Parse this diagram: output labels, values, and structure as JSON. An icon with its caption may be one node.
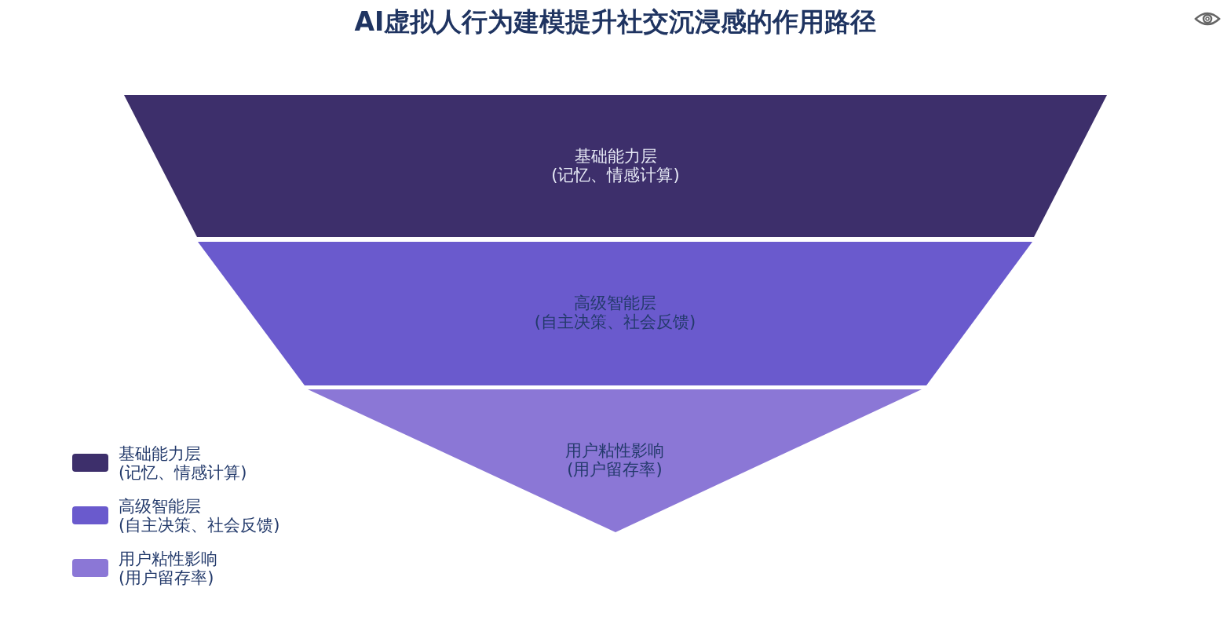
{
  "diagram": {
    "title": "AI虚拟人行为建模提升社交沉浸感的作用路径",
    "nodes": [
      {
        "text": [
          "基础能力层 (记忆、情感计算)"
        ]
      },
      {
        "text": [
          "高级智能层 (自主决策、社会反馈)"
        ]
      },
      {
        "text": [
          "用户粘性影响 (用户留存率)"
        ]
      }
    ],
    "legend": [
      {
        "text": "基础能力层 (记忆、情感计算)",
        "color": "#3d2f6b"
      },
      {
        "text": "高级智能层 (自主决策、社会反馈)",
        "color": "#6a5acd"
      },
      {
        "text": "用户粘性影响 (用户留存率)",
        "color": "#8b77d6"
      }
    ]
  }
}
